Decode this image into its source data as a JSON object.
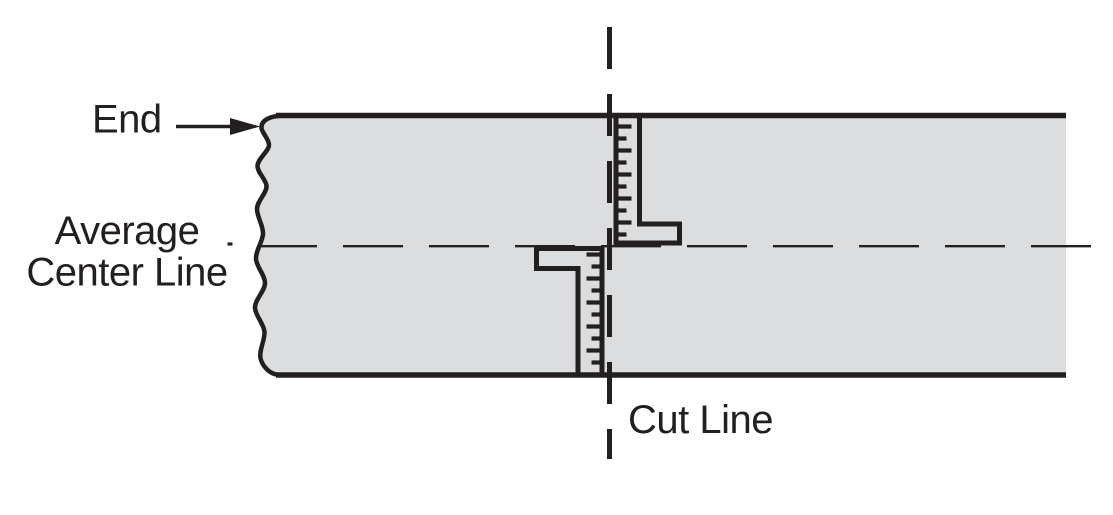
{
  "figure": {
    "type": "technical-measurement-diagram",
    "labels": {
      "end": "End",
      "average_center_line": {
        "line1": "Average",
        "line2": "Center Line"
      },
      "cut_line": "Cut Line"
    },
    "colors": {
      "board_fill": "#dcddde",
      "line_color": "#231f20",
      "background": "#ffffff"
    }
  }
}
